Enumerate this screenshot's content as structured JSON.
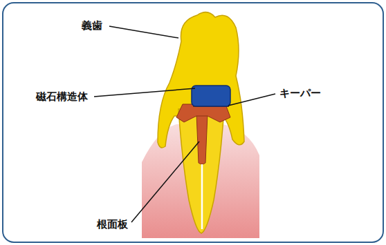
{
  "diagram": {
    "labels": [
      "義歯",
      "磁石構造体",
      "キーパー",
      "根面板"
    ]
  }
}
